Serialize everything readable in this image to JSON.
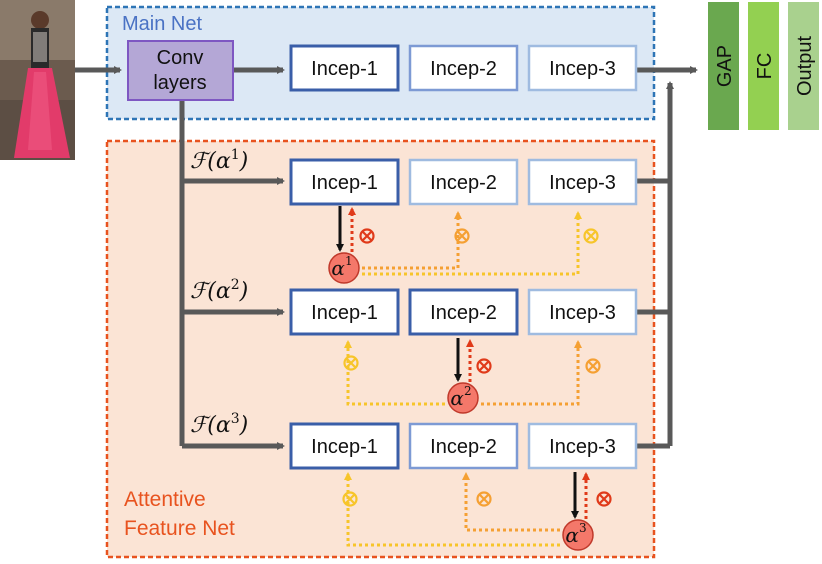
{
  "main_net": {
    "title": "Main Net"
  },
  "attentive_net": {
    "title_line1": "Attentive",
    "title_line2": "Feature Net"
  },
  "conv": {
    "line1": "Conv",
    "line2": "layers"
  },
  "incep_labels": [
    "Incep-1",
    "Incep-2",
    "Incep-3"
  ],
  "branches": [
    {
      "func": "ℱ(",
      "alpha": "α",
      "sup": "1",
      "close": ")"
    },
    {
      "func": "ℱ(",
      "alpha": "α",
      "sup": "2",
      "close": ")"
    },
    {
      "func": "ℱ(",
      "alpha": "α",
      "sup": "3",
      "close": ")"
    }
  ],
  "alpha_nodes": [
    {
      "alpha": "α",
      "sup": "1"
    },
    {
      "alpha": "α",
      "sup": "2"
    },
    {
      "alpha": "α",
      "sup": "3"
    }
  ],
  "multiply_symbol": "⊗",
  "output_blocks": [
    {
      "label": "GAP",
      "color": "#6aa84f"
    },
    {
      "label": "FC",
      "color": "#93d051"
    },
    {
      "label": "Output",
      "color": "#a9d18e"
    }
  ],
  "colors": {
    "main_fill": "#dce8f5",
    "main_border": "#2e75b6",
    "main_title": "#4a72c4",
    "att_fill": "#fbe4d5",
    "att_border": "#e8531f",
    "att_title": "#e8531f",
    "conv_fill": "#b4a7d6",
    "conv_border": "#7e57c2",
    "incep_dark": "#3a5ea8",
    "incep_mid": "#7d9ad4",
    "incep_light": "#9fbbe0",
    "arrow": "#595959",
    "dot_red": "#e03a1a",
    "dot_orange": "#f5a033",
    "dot_yellow": "#f7c52a",
    "alpha_node": "#f4786a"
  }
}
